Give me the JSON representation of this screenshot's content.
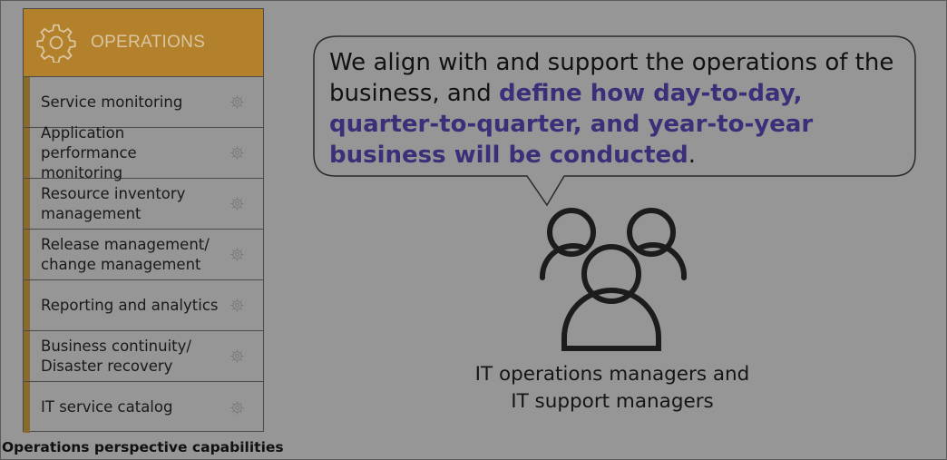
{
  "panel": {
    "title": "OPERATIONS",
    "header_color": "#b3812c",
    "items": [
      {
        "label": "Service monitoring"
      },
      {
        "label": "Application performance\nmonitoring"
      },
      {
        "label": "Resource inventory\nmanagement"
      },
      {
        "label": "Release management/\nchange management"
      },
      {
        "label": "Reporting and analytics"
      },
      {
        "label": "Business continuity/\nDisaster recovery"
      },
      {
        "label": "IT service catalog"
      }
    ]
  },
  "caption": "Operations perspective capabilities",
  "bubble": {
    "text_plain": "We align with and support the operations of the business, and ",
    "text_highlight": "define how day-to-day, quarter-to-quarter, and year-to-year business will be conducted",
    "text_end": ".",
    "highlight_color": "#3a2f78"
  },
  "people": {
    "icon": "users-group-icon",
    "caption": "IT operations managers and\nIT support managers"
  }
}
